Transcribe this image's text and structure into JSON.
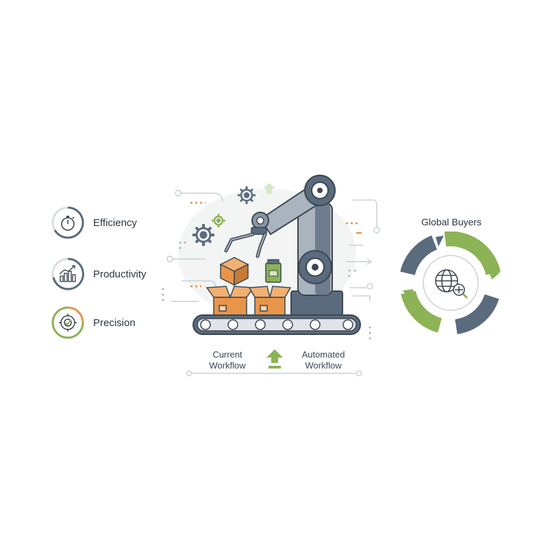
{
  "benefits": [
    {
      "label": "Efficiency",
      "icon": "stopwatch-icon",
      "ring_color": "#5a6b7d"
    },
    {
      "label": "Productivity",
      "icon": "bar-chart-icon",
      "ring_color": "#5a6b7d"
    },
    {
      "label": "Precision",
      "icon": "target-icon",
      "ring_color": "#8cb356"
    }
  ],
  "workflow": {
    "current_label_line1": "Current",
    "current_label_line2": "Workflow",
    "automated_label_line1": "Automated",
    "automated_label_line2": "Workflow"
  },
  "global": {
    "title": "Global Buyers",
    "icon": "globe-scale-icon"
  },
  "colors": {
    "slate": "#5a6b7d",
    "green": "#8cb356",
    "orange": "#e8954a",
    "robot_gray": "#8a96a3",
    "dark": "#3b4651"
  }
}
